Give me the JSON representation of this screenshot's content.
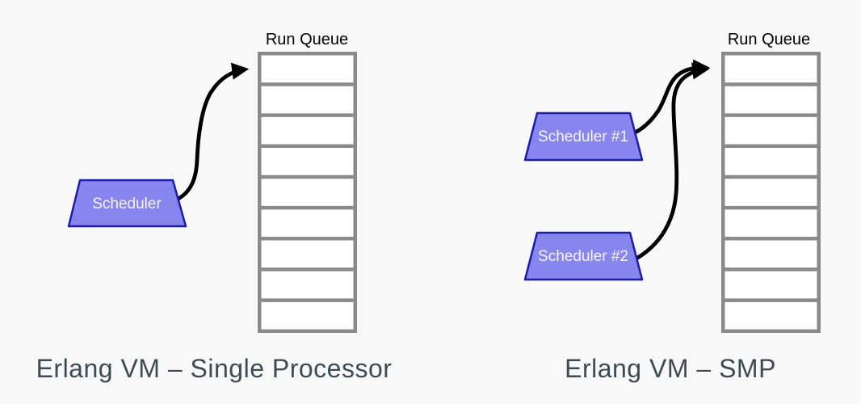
{
  "background_color": "#f8f8f8",
  "colors": {
    "queue_border": "#8a8a8a",
    "queue_cell_fill": "#ffffff",
    "scheduler_fill": "#8686ee",
    "scheduler_border": "#1d1daa",
    "scheduler_text": "#f8f2f2",
    "arrow": "#000000",
    "queue_title_text": "#000000",
    "caption_text": "#3d4b54"
  },
  "left_panel": {
    "queue_title": "Run Queue",
    "queue_slots": 9,
    "scheduler": {
      "label": "Scheduler"
    },
    "caption": "Erlang VM – Single Processor"
  },
  "right_panel": {
    "queue_title": "Run Queue",
    "queue_slots": 9,
    "schedulers": [
      {
        "label": "Scheduler #1"
      },
      {
        "label": "Scheduler #2"
      }
    ],
    "caption": "Erlang VM – SMP"
  }
}
